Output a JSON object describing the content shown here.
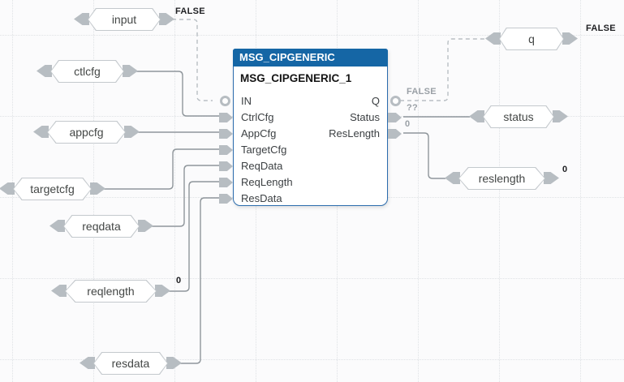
{
  "block": {
    "type_name": "MSG_CIPGENERIC",
    "instance_name": "MSG_CIPGENERIC_1",
    "input_pins": [
      {
        "name": "IN",
        "connector": "bool"
      },
      {
        "name": "CtrlCfg",
        "connector": "data"
      },
      {
        "name": "AppCfg",
        "connector": "data"
      },
      {
        "name": "TargetCfg",
        "connector": "data"
      },
      {
        "name": "ReqData",
        "connector": "data"
      },
      {
        "name": "ReqLength",
        "connector": "data"
      },
      {
        "name": "ResData",
        "connector": "data"
      }
    ],
    "output_pins": [
      {
        "name": "Q",
        "connector": "bool",
        "watch_value": "FALSE"
      },
      {
        "name": "Status",
        "connector": "data",
        "watch_value": "??"
      },
      {
        "name": "ResLength",
        "connector": "data",
        "watch_value": "0"
      }
    ]
  },
  "tags": {
    "input": {
      "label": "input",
      "value": "FALSE"
    },
    "ctlcfg": {
      "label": "ctlcfg"
    },
    "appcfg": {
      "label": "appcfg"
    },
    "targetcfg": {
      "label": "targetcfg"
    },
    "reqdata": {
      "label": "reqdata"
    },
    "reqlength": {
      "label": "reqlength",
      "value": "0"
    },
    "resdata": {
      "label": "resdata"
    },
    "q": {
      "label": "q",
      "value": "FALSE"
    },
    "status": {
      "label": "status"
    },
    "reslength": {
      "label": "reslength",
      "value": "0"
    }
  },
  "colors": {
    "header_bg": "#1566a5",
    "block_border": "#2b6cad",
    "wire": "#8f969b",
    "wire_dashed": "#b9bfc4",
    "connector": "#b7bdc2",
    "watch_text": "#9aa0a6",
    "value_text": "#202124"
  }
}
